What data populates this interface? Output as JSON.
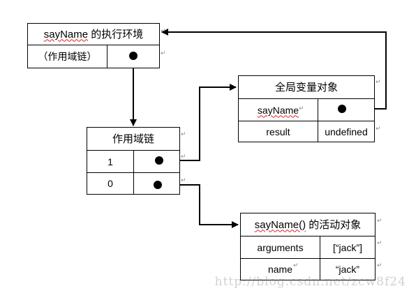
{
  "exec_context": {
    "title_name": "sayName",
    "title_rest": " 的执行环境",
    "scope_label": "（作用域链）"
  },
  "global_object": {
    "title": "全局变量对象",
    "rows": [
      {
        "key": "sayName",
        "value": ""
      },
      {
        "key": "result",
        "value": "undefined"
      }
    ]
  },
  "scope_chain": {
    "title": "作用域链",
    "rows": [
      {
        "index": "1"
      },
      {
        "index": "0"
      }
    ]
  },
  "activation_object": {
    "title_name": "sayName()",
    "title_rest": " 的活动对象",
    "rows": [
      {
        "key": "arguments",
        "value": "[“jack”]"
      },
      {
        "key": "name",
        "value": "“jack”"
      }
    ]
  },
  "paragraph_mark": "↵",
  "watermark": "http://blog.csdn.net/zcw8f24"
}
